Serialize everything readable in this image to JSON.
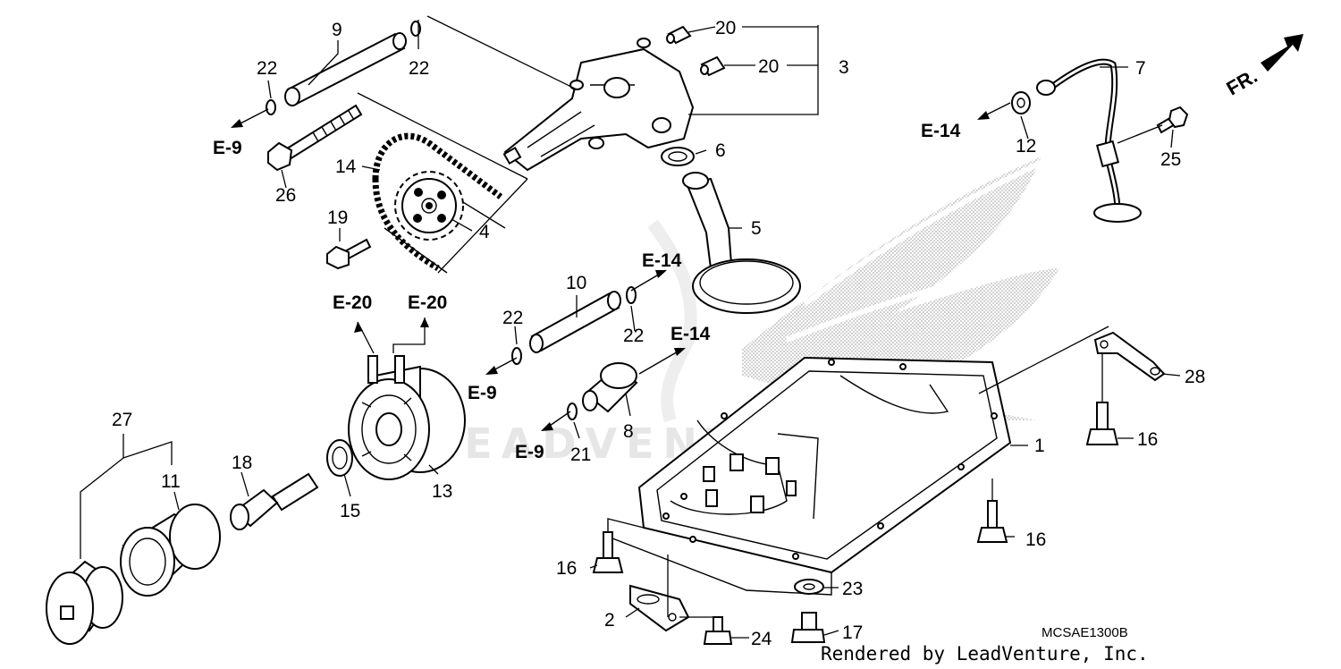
{
  "labels": {
    "l1": "1",
    "l2": "2",
    "l3": "3",
    "l4": "4",
    "l5": "5",
    "l6": "6",
    "l7": "7",
    "l8": "8",
    "l9": "9",
    "l10": "10",
    "l11": "11",
    "l12": "12",
    "l13": "13",
    "l14": "14",
    "l15": "15",
    "l16a": "16",
    "l16b": "16",
    "l16c": "16",
    "l17": "17",
    "l18": "18",
    "l19": "19",
    "l20a": "20",
    "l20b": "20",
    "l21": "21",
    "l22a": "22",
    "l22b": "22",
    "l22c": "22",
    "l22d": "22",
    "l23": "23",
    "l24": "24",
    "l25": "25",
    "l26": "26",
    "l27": "27",
    "l28": "28"
  },
  "refs": {
    "e9a": "E-9",
    "e9b": "E-9",
    "e9c": "E-9",
    "e14a": "E-14",
    "e14b": "E-14",
    "e14c": "E-14",
    "e20a": "E-20",
    "e20b": "E-20"
  },
  "front_marker": "FR.",
  "watermark": "LEADVENTURE",
  "diagram_code": "MCSAE1300B",
  "credit": "Rendered by LeadVenture, Inc."
}
